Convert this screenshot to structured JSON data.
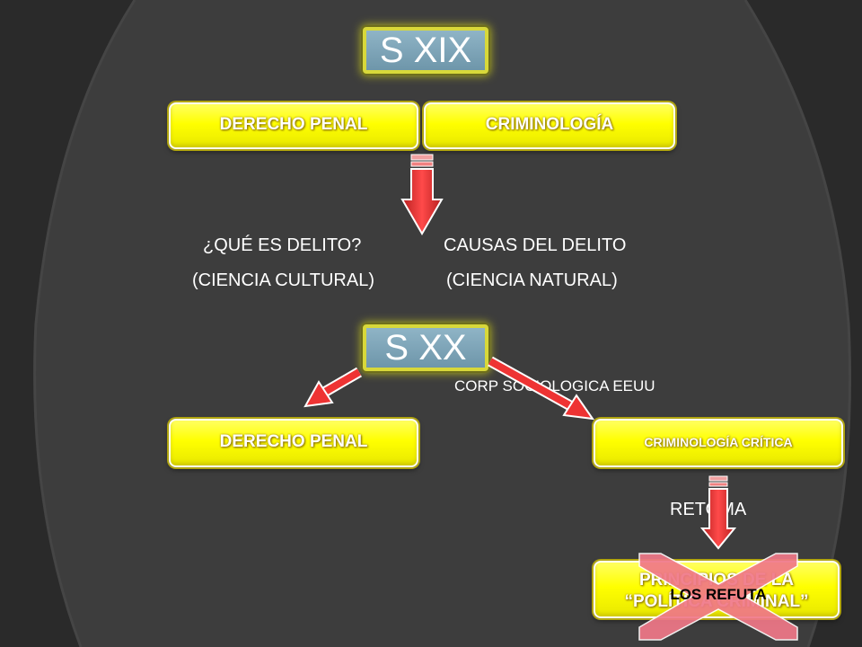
{
  "nodes": {
    "century_19": "S XIX",
    "derecho_penal_1": "DERECHO PENAL",
    "criminologia": "CRIMINOLOGÍA",
    "century_20": "S XX",
    "derecho_penal_2": "DERECHO PENAL",
    "criminologia_critica": "CRIMINOLOGÍA CRÍTICA",
    "bottom_box_line1": "PRINCIPIOS DE LA",
    "bottom_box_line2": "“POLÍTICA CRIMINAL”",
    "bottom_overlay": "LOS REFUTA"
  },
  "labels": {
    "que_es_delito": "¿QUÉ ES DELITO?",
    "ciencia_cultural": "(CIENCIA CULTURAL)",
    "causas_delito": "CAUSAS DEL DELITO",
    "ciencia_natural": "(CIENCIA NATURAL)",
    "corp_sociologica": "CORP SOCIOLOGICA EEUU",
    "retoma": "RETOMA"
  },
  "colors": {
    "background": "#3d3d3d",
    "box_yellow": "#ffff00",
    "century_box": "#7ea3b6",
    "arrow_red": "#ee3333",
    "cross_pink": "#f07888"
  }
}
